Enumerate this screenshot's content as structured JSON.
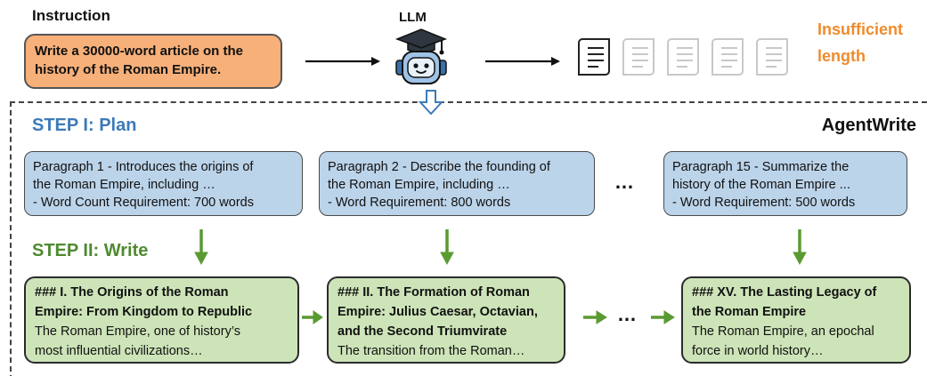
{
  "header": {
    "instruction_label": "Instruction",
    "instruction_text": [
      "Write a 30000-word article on the",
      "history of the Roman Empire."
    ],
    "llm_label": "LLM",
    "result_text": [
      "Insufficient",
      "length"
    ]
  },
  "agent": {
    "step1_label": "STEP I: Plan",
    "step2_label": "STEP II: Write",
    "title": "AgentWrite"
  },
  "plan": [
    {
      "lines": [
        "Paragraph 1 - Introduces the origins of",
        "the Roman Empire, including …",
        "- Word Count Requirement: 700 words"
      ]
    },
    {
      "lines": [
        "Paragraph 2 - Describe the founding of",
        "the Roman Empire, including …",
        "- Word Requirement: 800 words"
      ]
    },
    {
      "lines": [
        "Paragraph 15 - Summarize the",
        "history of the Roman Empire ...",
        "- Word Requirement: 500 words"
      ]
    }
  ],
  "write": [
    {
      "head": [
        "### I. The Origins of the Roman",
        "Empire: From Kingdom to Republic"
      ],
      "body": [
        "The Roman Empire, one of history’s",
        "most influential civilizations…"
      ]
    },
    {
      "head": [
        "### II. The Formation of Roman",
        "Empire: Julius Caesar, Octavian,",
        "and the Second Triumvirate"
      ],
      "body": [
        "The transition from the Roman…"
      ]
    },
    {
      "head": [
        "### XV. The Lasting Legacy of",
        "the Roman Empire"
      ],
      "body": [
        "The Roman Empire, an epochal",
        "force in world history…"
      ]
    }
  ],
  "ellipsis": "…",
  "colors": {
    "instruction_fill": "#f7b07a",
    "insufficient_text": "#ef8b2c",
    "plan_fill": "#bcd4ea",
    "plan_label": "#3d7ab8",
    "write_fill": "#cde4b8",
    "write_label": "#4f8a2f",
    "arrow_green": "#5a9a32",
    "arrow_blue": "#3d7ab8"
  }
}
